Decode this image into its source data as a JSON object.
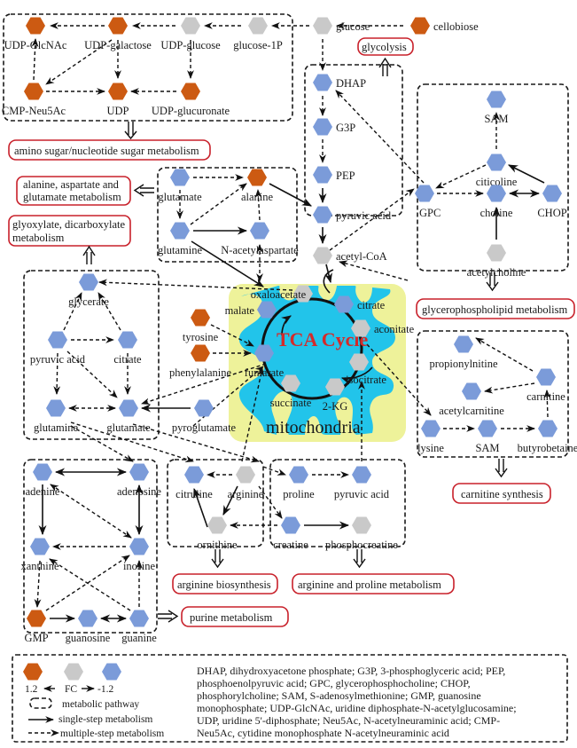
{
  "colors": {
    "up": "#cc5a12",
    "nochange": "#c9c9c9",
    "down": "#7b9bd9",
    "pathway_border": "#c8202a",
    "mito_bg": "#eef29a",
    "mito_inner": "#22c4ea",
    "tca_text": "#d42a2a"
  },
  "tca": {
    "title": "TCA Cycle",
    "compartment": "mitochondria"
  },
  "pathways": {
    "amino_sugar": "amino sugar/nucleotide sugar metabolism",
    "glycolysis": "glycolysis",
    "alanine": [
      "alanine, aspartate and",
      "glutamate metabolism"
    ],
    "glyoxylate": [
      "glyoxylate, dicarboxylate",
      "metabolism"
    ],
    "glycerophospholipid": "glycerophospholipid metabolism",
    "carnitine": "carnitine synthesis",
    "arginine_bio": "arginine biosynthesis",
    "arginine_proline": "arginine and proline metabolism",
    "purine": "purine metabolism"
  },
  "nodes": {
    "udp_glcnac": {
      "label": "UDP-GlcNAc",
      "fc": "up"
    },
    "udp_galactose": {
      "label": "UDP-galactose",
      "fc": "up"
    },
    "udp_glucose": {
      "label": "UDP-glucose",
      "fc": "nochange"
    },
    "glucose_1p": {
      "label": "glucose-1P",
      "fc": "nochange"
    },
    "cmp_neu5ac": {
      "label": "CMP-Neu5Ac",
      "fc": "up"
    },
    "udp": {
      "label": "UDP",
      "fc": "up"
    },
    "udp_glucuronate": {
      "label": "UDP-glucuronate",
      "fc": "up"
    },
    "glucose": {
      "label": "glucose",
      "fc": "nochange"
    },
    "cellobiose": {
      "label": "cellobiose",
      "fc": "up"
    },
    "dhap": {
      "label": "DHAP",
      "fc": "down"
    },
    "g3p": {
      "label": "G3P",
      "fc": "down"
    },
    "pep": {
      "label": "PEP",
      "fc": "down"
    },
    "pyruvic_acid_gly": {
      "label": "pyruvic acid",
      "fc": "down"
    },
    "acetyl_coa": {
      "label": "acetyl-CoA",
      "fc": "nochange"
    },
    "sam_gp": {
      "label": "SAM",
      "fc": "down"
    },
    "citicoline": {
      "label": "citicoline",
      "fc": "down"
    },
    "gpc": {
      "label": "GPC",
      "fc": "down"
    },
    "choline": {
      "label": "choline",
      "fc": "down"
    },
    "chop": {
      "label": "CHOP",
      "fc": "down"
    },
    "acetylcholine": {
      "label": "acetylcholine",
      "fc": "nochange"
    },
    "glutamate_ala": {
      "label": "glutamate",
      "fc": "down"
    },
    "alanine": {
      "label": "alanine",
      "fc": "up"
    },
    "glutamine_ala": {
      "label": "glutamine",
      "fc": "down"
    },
    "n_acetylaspartate": {
      "label": "N-acetylaspartate",
      "fc": "down"
    },
    "glycerate": {
      "label": "glycerate",
      "fc": "down"
    },
    "pyruvic_acid_glx": {
      "label": "pyruvic acid",
      "fc": "down"
    },
    "citrate_glx": {
      "label": "citrate",
      "fc": "down"
    },
    "glutamine_glx": {
      "label": "glutamine",
      "fc": "down"
    },
    "glutamate_glx": {
      "label": "glutamate",
      "fc": "down"
    },
    "pyroglutamate": {
      "label": "pyroglutamate",
      "fc": "down"
    },
    "tyrosine": {
      "label": "tyrosine",
      "fc": "up"
    },
    "phenylalanine": {
      "label": "phenylalanine",
      "fc": "up"
    },
    "oxaloacetate": {
      "label": "oxaloacetate",
      "fc": "nochange"
    },
    "malate": {
      "label": "malate",
      "fc": "down"
    },
    "citrate_tca": {
      "label": "citrate",
      "fc": "down"
    },
    "aconitate": {
      "label": "aconitate",
      "fc": "nochange"
    },
    "isocitrate": {
      "label": "isocitrate",
      "fc": "nochange"
    },
    "two_kg": {
      "label": "2-KG",
      "fc": "nochange"
    },
    "succinate": {
      "label": "succinate",
      "fc": "nochange"
    },
    "fumarate": {
      "label": "fumarate",
      "fc": "down"
    },
    "propionylnitine": {
      "label": "propionylnitine",
      "fc": "down"
    },
    "carnitine": {
      "label": "carnitine",
      "fc": "down"
    },
    "acetylcarnitine": {
      "label": "acetylcarnitine",
      "fc": "down"
    },
    "lysine": {
      "label": "lysine",
      "fc": "down"
    },
    "sam_car": {
      "label": "SAM",
      "fc": "down"
    },
    "butyrobetaine": {
      "label": "butyrobetaine",
      "fc": "down"
    },
    "adenine": {
      "label": "adenine",
      "fc": "down"
    },
    "adenosine": {
      "label": "adenosine",
      "fc": "down"
    },
    "xanthine": {
      "label": "xanthine",
      "fc": "down"
    },
    "inosine": {
      "label": "inosine",
      "fc": "down"
    },
    "gmp": {
      "label": "GMP",
      "fc": "up"
    },
    "guanosine": {
      "label": "guanosine",
      "fc": "down"
    },
    "guanine": {
      "label": "guanine",
      "fc": "down"
    },
    "citruline": {
      "label": "citruline",
      "fc": "down"
    },
    "arginine": {
      "label": "arginine",
      "fc": "nochange"
    },
    "ornithine": {
      "label": "ornithine",
      "fc": "nochange"
    },
    "proline": {
      "label": "proline",
      "fc": "down"
    },
    "pyruvic_acid_pro": {
      "label": "pyruvic acid",
      "fc": "down"
    },
    "creatine": {
      "label": "creatine",
      "fc": "down"
    },
    "phosphocreatine": {
      "label": "phosphocreatine",
      "fc": "nochange"
    }
  },
  "legend": {
    "fc_high": "1.2",
    "fc_label": "FC",
    "fc_low": "-1.2",
    "pathway": "metabolic pathway",
    "single_step": "single-step metabolism",
    "multi_step": "multiple-step  metabolism"
  },
  "abbreviations": [
    "DHAP, dihydroxyacetone phosphate;  G3P, 3-phosphoglyceric acid;  PEP,",
    "phosphoenolpyruvic acid;  GPC, glycerophosphocholine;  CHOP,",
    "phosphorylcholine; SAM, S-adenosylmethionine; GMP, guanosine",
    "monophosphate;   UDP-GlcNAc, uridine diphosphate-N-acetylglucosamine;",
    "UDP, uridine 5'-diphosphate;  Neu5Ac, N-acetylneuraminic acid;  CMP-",
    "Neu5Ac, cytidine monophosphate N-acetylneuraminic acid"
  ]
}
